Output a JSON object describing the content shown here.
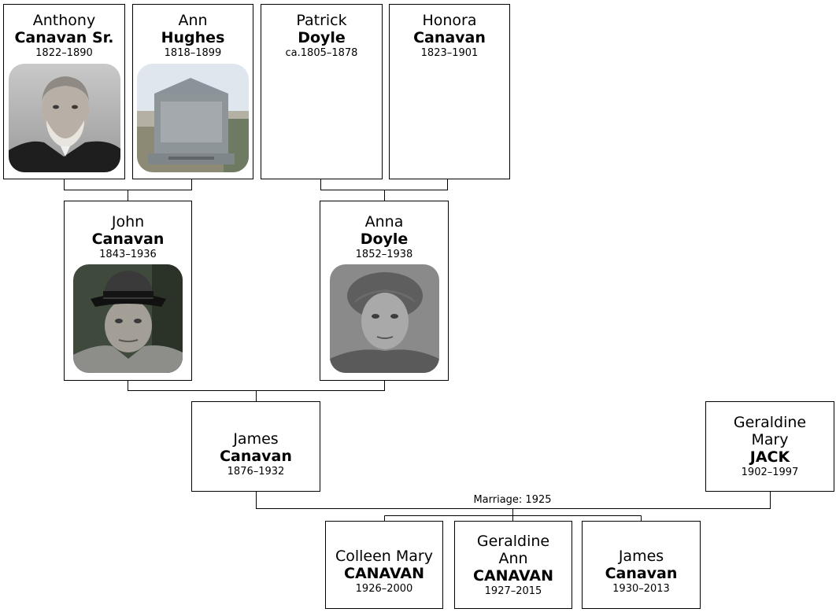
{
  "grandparents": [
    {
      "given": "Anthony",
      "surname": "Canavan Sr.",
      "dates": "1822–1890",
      "photo": "portrait-photo-icon"
    },
    {
      "given": "Ann",
      "surname": "Hughes",
      "dates": "1818–1899",
      "photo": "gravestone-photo-icon"
    },
    {
      "given": "Patrick",
      "surname": "Doyle",
      "dates": "ca.1805–1878"
    },
    {
      "given": "Honora",
      "surname": "Canavan",
      "dates": "1823–1901"
    }
  ],
  "parents": [
    {
      "given": "John",
      "surname": "Canavan",
      "dates": "1843–1936",
      "photo": "portrait-photo-icon"
    },
    {
      "given": "Anna",
      "surname": "Doyle",
      "dates": "1852–1938",
      "photo": "portrait-photo-icon"
    }
  ],
  "subject": {
    "given": "James",
    "surname": "Canavan",
    "dates": "1876–1932"
  },
  "spouse": {
    "given_line1": "Geraldine",
    "given_line2": "Mary",
    "surname": "JACK",
    "dates": "1902–1997"
  },
  "marriage": {
    "label": "Marriage: 1925"
  },
  "children": [
    {
      "given_line1": "",
      "given_line2": "Colleen Mary",
      "surname": "CANAVAN",
      "dates": "1926–2000"
    },
    {
      "given_line1": "Geraldine",
      "given_line2": "Ann",
      "surname": "CANAVAN",
      "dates": "1927–2015"
    },
    {
      "given_line1": "",
      "given_line2": "James",
      "surname": "Canavan",
      "dates": "1930–2013"
    }
  ],
  "colors": {
    "border": "#000000",
    "line": "#000000",
    "background": "#ffffff"
  }
}
